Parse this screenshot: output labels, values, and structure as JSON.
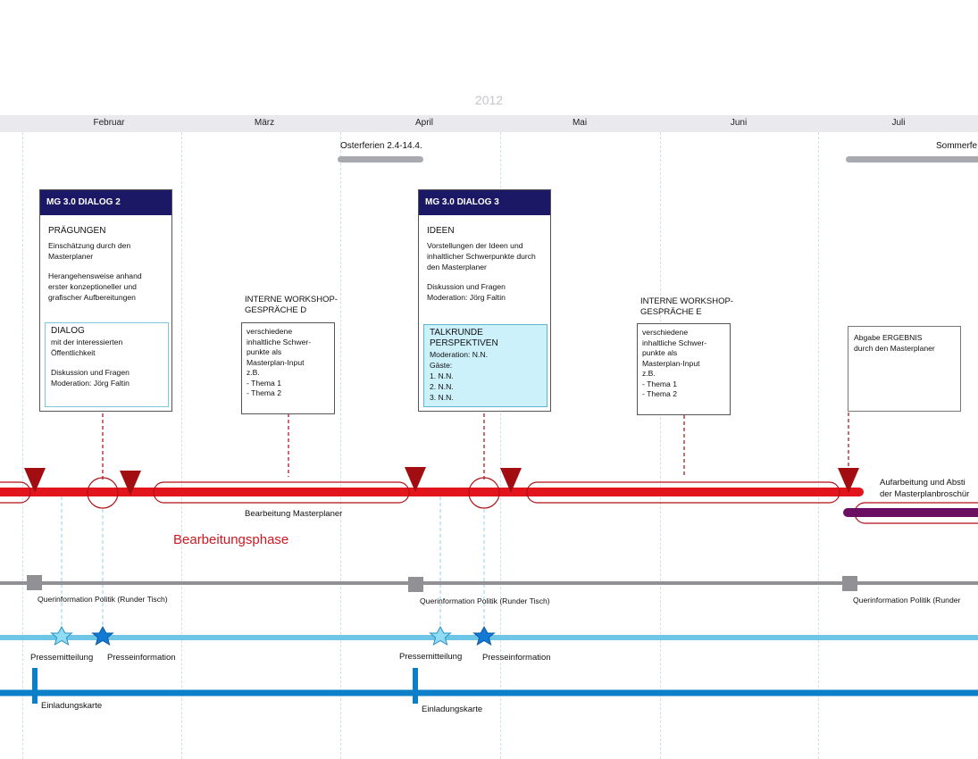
{
  "year": "2012",
  "months": [
    "Februar",
    "März",
    "April",
    "Mai",
    "Juni",
    "Juli"
  ],
  "holidays": {
    "easter": "Osterferien 2.4-14.4.",
    "summer": "Sommerfe"
  },
  "dialog2": {
    "title": "MG 3.0 DIALOG 2",
    "subtitle": "PRÄGUNGEN",
    "text1": "Einschätzung durch den Masterplaner",
    "text2": "Herangehensweise anhand erster konzeptioneller und grafischer Aufbereitungen",
    "inner_title": "DIALOG",
    "inner_text1": "mit der interessierten Öffentlichkeit",
    "inner_text2": "Diskussion und Fragen",
    "inner_text3": "Moderation: Jörg Faltin"
  },
  "dialog3": {
    "title": "MG 3.0 DIALOG 3",
    "subtitle": "IDEEN",
    "text1": "Vorstellungen der Ideen und inhaltlicher Schwerpunkte durch den Masterplaner",
    "text2": "Diskussion und Fragen",
    "text3": "Moderation: Jörg Faltin",
    "inner_title": "TALKRUNDE PERSPEKTIVEN",
    "inner_lines": [
      "Moderation: N.N.",
      "Gäste:",
      "1. N.N.",
      "2. N.N.",
      "3. N.N."
    ]
  },
  "workshop_d": {
    "label1": "INTERNE WORKSHOP-",
    "label2": "GESPRÄCHE D",
    "lines": [
      "verschiedene",
      "inhaltliche Schwer-",
      "punkte als",
      "Masterplan-Input",
      "z.B.",
      "- Thema 1",
      "- Thema 2"
    ]
  },
  "workshop_e": {
    "label1": "INTERNE WORKSHOP-",
    "label2": "GESPRÄCHE E",
    "lines": [
      "verschiedene",
      "inhaltliche Schwer-",
      "punkte als",
      "Masterplan-Input",
      "z.B.",
      "- Thema 1",
      "- Thema 2"
    ]
  },
  "result": {
    "line1": "Abgabe ERGEBNIS",
    "line2": "durch den Masterplaner"
  },
  "processing": {
    "bar_label": "Bearbeitung Masterplaner",
    "phase_label": "Bearbeitungsphase",
    "brochure1": "Aufarbeitung und Absti",
    "brochure2": "der Masterplanbroschür"
  },
  "politics": {
    "label": "Querinformation Politik (Runder Tisch)",
    "label_cut": "Querinformation Politik (Runder"
  },
  "press": {
    "release": "Pressemitteilung",
    "info": "Presseinformation"
  },
  "invitation": {
    "label": "Einladungskarte"
  },
  "colors": {
    "red": "#e2141c",
    "dark_red": "#a20d12",
    "navy": "#1b1966",
    "grey_line": "#909095",
    "light_blue": "#6ec6e6",
    "blue": "#0b7fc7",
    "purple": "#6b0f62",
    "cyan_fill": "#cdf1fb"
  }
}
